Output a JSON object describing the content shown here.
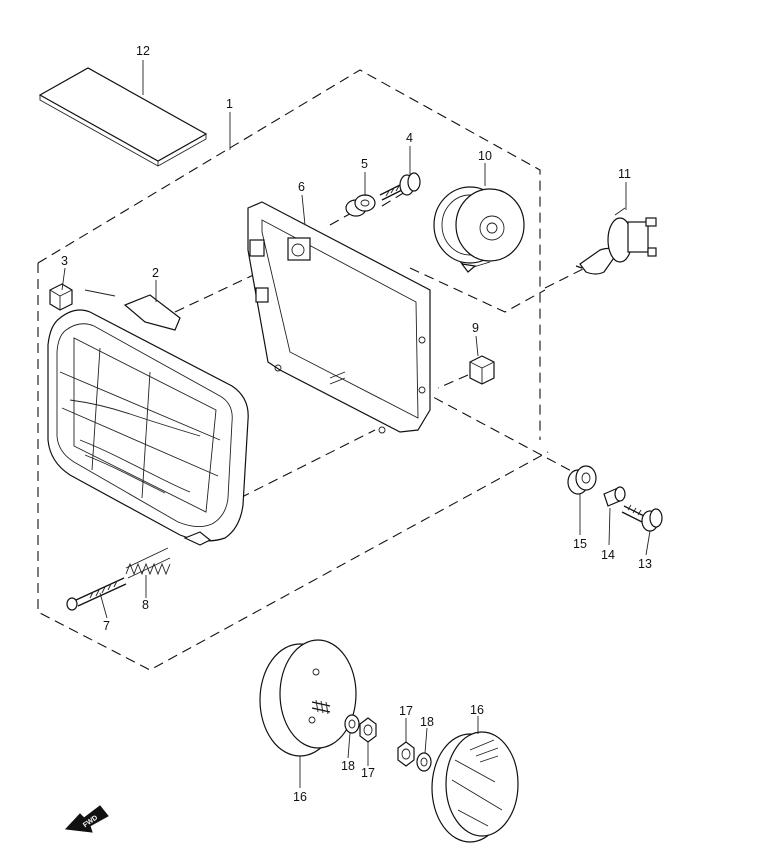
{
  "labels": {
    "p1": "1",
    "p2": "2",
    "p3": "3",
    "p4": "4",
    "p5": "5",
    "p6": "6",
    "p7": "7",
    "p8": "8",
    "p9": "9",
    "p10": "10",
    "p11": "11",
    "p12": "12",
    "p13": "13",
    "p14": "14",
    "p15": "15",
    "p16a": "16",
    "p16b": "16",
    "p17a": "17",
    "p17b": "17",
    "p18a": "18",
    "p18b": "18"
  },
  "direction_marker": {
    "text": "FWD"
  }
}
